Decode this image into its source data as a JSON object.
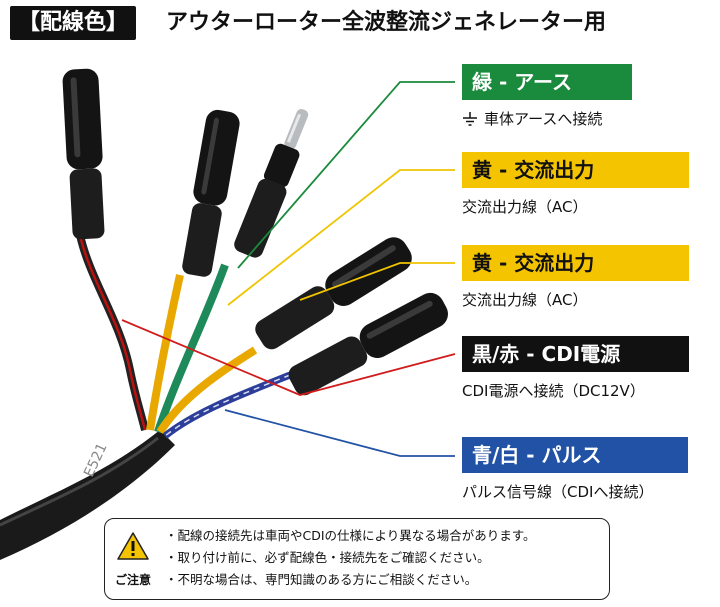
{
  "title": {
    "tag": "【配線色】",
    "text": "アウターローター全波整流ジェネレーター用"
  },
  "labels": [
    {
      "head": "緑 - アース",
      "sub": "車体アースへ接続",
      "color": "#1a8a3c",
      "icon": "earth-ground-icon"
    },
    {
      "head": "黄 - 交流出力",
      "sub": "交流出力線（AC）",
      "color": "#f5c400"
    },
    {
      "head": "黄 - 交流出力",
      "sub": "交流出力線（AC）",
      "color": "#f5c400"
    },
    {
      "head": "黒/赤 - CDI電源",
      "sub": "CDI電源へ接続（DC12V）",
      "color": "#111111"
    },
    {
      "head": "青/白 - パルス",
      "sub": "パルス信号線（CDIへ接続）",
      "color": "#2252a6"
    }
  ],
  "cable_print": "E521",
  "notice": {
    "title": "ご注意",
    "lines": [
      "・配線の接続先は車両やCDIの仕様により異なる場合があります。",
      "・取り付け前に、必ず配線色・接続先をご確認ください。",
      "・不明な場合は、専門知識のある方にご相談ください。"
    ],
    "icon": "warning-icon"
  }
}
